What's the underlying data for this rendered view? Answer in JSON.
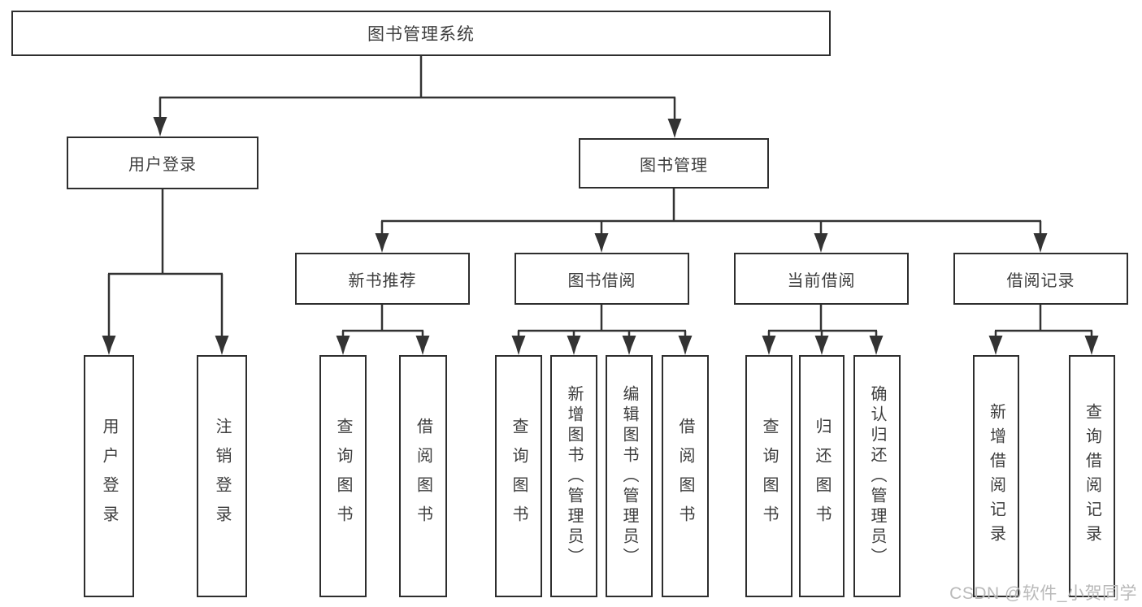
{
  "diagram": {
    "type": "hierarchy-tree",
    "nodes": {
      "root": "图书管理系统",
      "user_login": "用户登录",
      "book_mgmt": "图书管理",
      "new_book_rec": "新书推荐",
      "book_borrow": "图书借阅",
      "current_borrow": "当前借阅",
      "borrow_record": "借阅记录",
      "leaf_user_login": "用户登录",
      "leaf_logout_login": "注销登录",
      "rec_query_book": "查询图书",
      "rec_borrow_book": "借阅图书",
      "bb_query_book": "查询图书",
      "bb_add_book": "新增图书（管理员）",
      "bb_edit_book": "编辑图书（管理员）",
      "bb_borrow_book": "借阅图书",
      "cb_query_book": "查询图书",
      "cb_return_book": "归还图书",
      "cb_confirm_return": "确认归还（管理员）",
      "br_add_record": "新增借阅记录",
      "br_query_record": "查询借阅记录"
    },
    "hierarchy": {
      "图书管理系统": {
        "用户登录": [
          "用户登录",
          "注销登录"
        ],
        "图书管理": {
          "新书推荐": [
            "查询图书",
            "借阅图书"
          ],
          "图书借阅": [
            "查询图书",
            "新增图书（管理员）",
            "编辑图书（管理员）",
            "借阅图书"
          ],
          "当前借阅": [
            "查询图书",
            "归还图书",
            "确认归还（管理员）"
          ],
          "借阅记录": [
            "新增借阅记录",
            "查询借阅记录"
          ]
        }
      }
    }
  },
  "watermark": "CSDN @软件_小贺同学",
  "colors": {
    "line": "#333333",
    "box_border": "#2e2e2e",
    "text": "#3d3d3d",
    "watermark": "#b9b9b9",
    "background": "#ffffff"
  }
}
